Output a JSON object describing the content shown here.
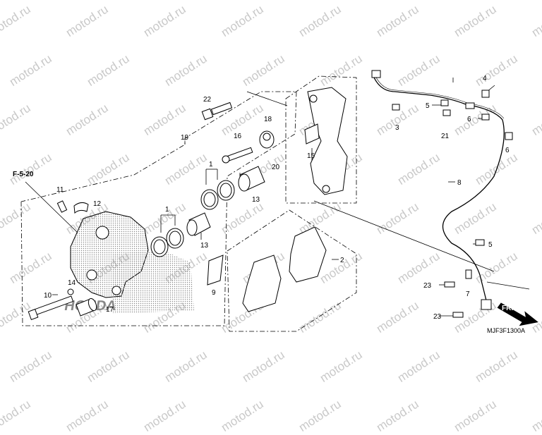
{
  "watermark": "motod.ru",
  "reference_label": "F-5-20",
  "direction_label": "FR.",
  "diagram_code": "MJF3F1300A",
  "callouts": {
    "c1a": "1",
    "c1b": "1",
    "c2": "2",
    "c3": "3",
    "c4": "4",
    "c5a": "5",
    "c5b": "5",
    "c6a": "6",
    "c6b": "6",
    "c7": "7",
    "c8": "8",
    "c9": "9",
    "c10": "10",
    "c11": "11",
    "c12": "12",
    "c13a": "13",
    "c13b": "13",
    "c14": "14",
    "c15": "15",
    "c16": "16",
    "c17": "17",
    "c18": "18",
    "c19": "19",
    "c20": "20",
    "c21": "21",
    "c22": "22",
    "c23a": "23",
    "c23b": "23"
  },
  "colors": {
    "line": "#000000",
    "watermark": "#c9c9c9",
    "shading": "#9a9a9a"
  }
}
